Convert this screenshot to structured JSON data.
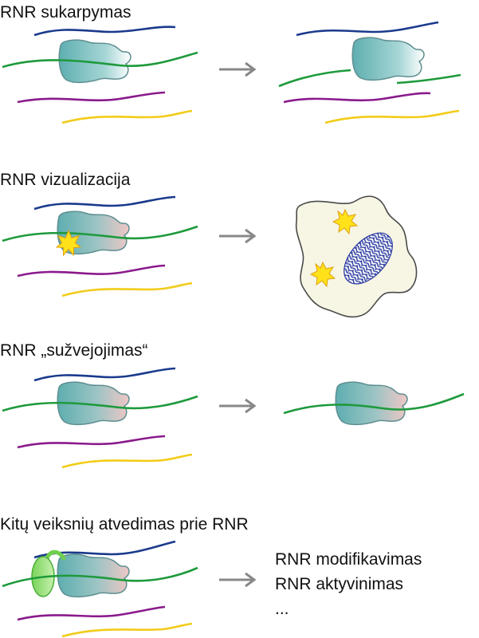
{
  "panels": [
    {
      "title": "RNR sukarpymas"
    },
    {
      "title": "RNR vizualizacija"
    },
    {
      "title": "RNR „sužvejojimas“"
    },
    {
      "title": "Kitų veiksnių atvedimas prie RNR",
      "results": [
        "RNR modifikavimas",
        "RNR aktyvinimas",
        "..."
      ]
    }
  ],
  "colors": {
    "strand_blue": "#1a3a8c",
    "strand_green": "#1e9a3c",
    "strand_purple": "#8a1a8c",
    "strand_yellow": "#f2cc1a",
    "protein_teal": "#6fb7b9",
    "protein_pink": "#e7c3c3",
    "arrow_gray": "#888888",
    "cell_fill": "#f7f6e4",
    "star_yellow": "#ffe21a",
    "adaptor_green": "#9be07a"
  }
}
